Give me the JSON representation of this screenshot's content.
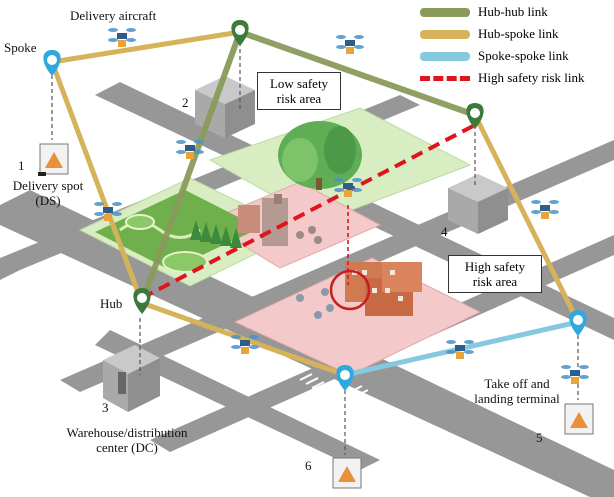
{
  "legend": [
    {
      "label": "Hub-hub link",
      "color": "#8a9a5b",
      "style": "solid"
    },
    {
      "label": "Hub-spoke link",
      "color": "#d6b35a",
      "style": "solid"
    },
    {
      "label": "Spoke-spoke link",
      "color": "#86c8dd",
      "style": "solid"
    },
    {
      "label": "High safety risk link",
      "color": "#e0141e",
      "style": "dashed"
    }
  ],
  "labels": {
    "delivery_aircraft": "Delivery aircraft",
    "spoke": "Spoke",
    "hub": "Hub",
    "delivery_spot_num": "1",
    "delivery_spot_line1": "Delivery spot",
    "delivery_spot_line2": "(DS)",
    "node2": "2",
    "node3": "3",
    "node4": "4",
    "node5": "5",
    "node6": "6",
    "low_risk_line1": "Low safety",
    "low_risk_line2": "risk area",
    "high_risk_line1": "High safety",
    "high_risk_line2": "risk area",
    "warehouse_line1": "Warehouse/distribution",
    "warehouse_line2": "center (DC)",
    "terminal_line1": "Take off and",
    "terminal_line2": "landing terminal"
  },
  "colors": {
    "hub_pin": "#3c7a3c",
    "spoke_pin": "#2fa8e0",
    "road": "#8c8c8c",
    "low_risk_area": "#d8eec2",
    "high_risk_area": "#f3c9c9",
    "drone": "#4a90c8",
    "parcel": "#e8a33a"
  },
  "icons": [
    "drone-icon",
    "hub-pin-icon",
    "spoke-pin-icon",
    "warehouse-icon",
    "delivery-spot-icon",
    "tree-icon",
    "building-icon"
  ]
}
